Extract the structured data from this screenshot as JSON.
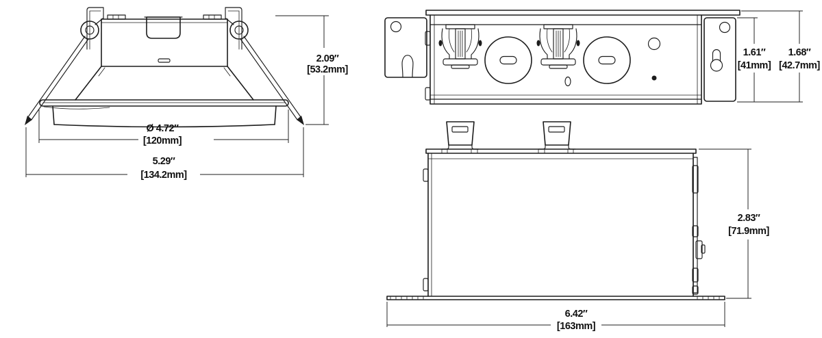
{
  "colors": {
    "background": "#ffffff",
    "line": "#1c1c1c",
    "text": "#111111"
  },
  "trim_side_view": {
    "height_in": "2.09″",
    "height_mm": "[53.2mm]",
    "diameter_in": "Ø 4.72″",
    "diameter_mm": "[120mm]",
    "overall_width_in": "5.29″",
    "overall_width_mm": "[134.2mm]"
  },
  "junction_box_top_view": {
    "body_height_in": "1.61″",
    "body_height_mm": "[41mm]",
    "overall_height_in": "1.68″",
    "overall_height_mm": "[42.7mm]"
  },
  "junction_box_front_view": {
    "height_in": "2.83″",
    "height_mm": "[71.9mm]",
    "width_in": "6.42″",
    "width_mm": "[163mm]"
  }
}
